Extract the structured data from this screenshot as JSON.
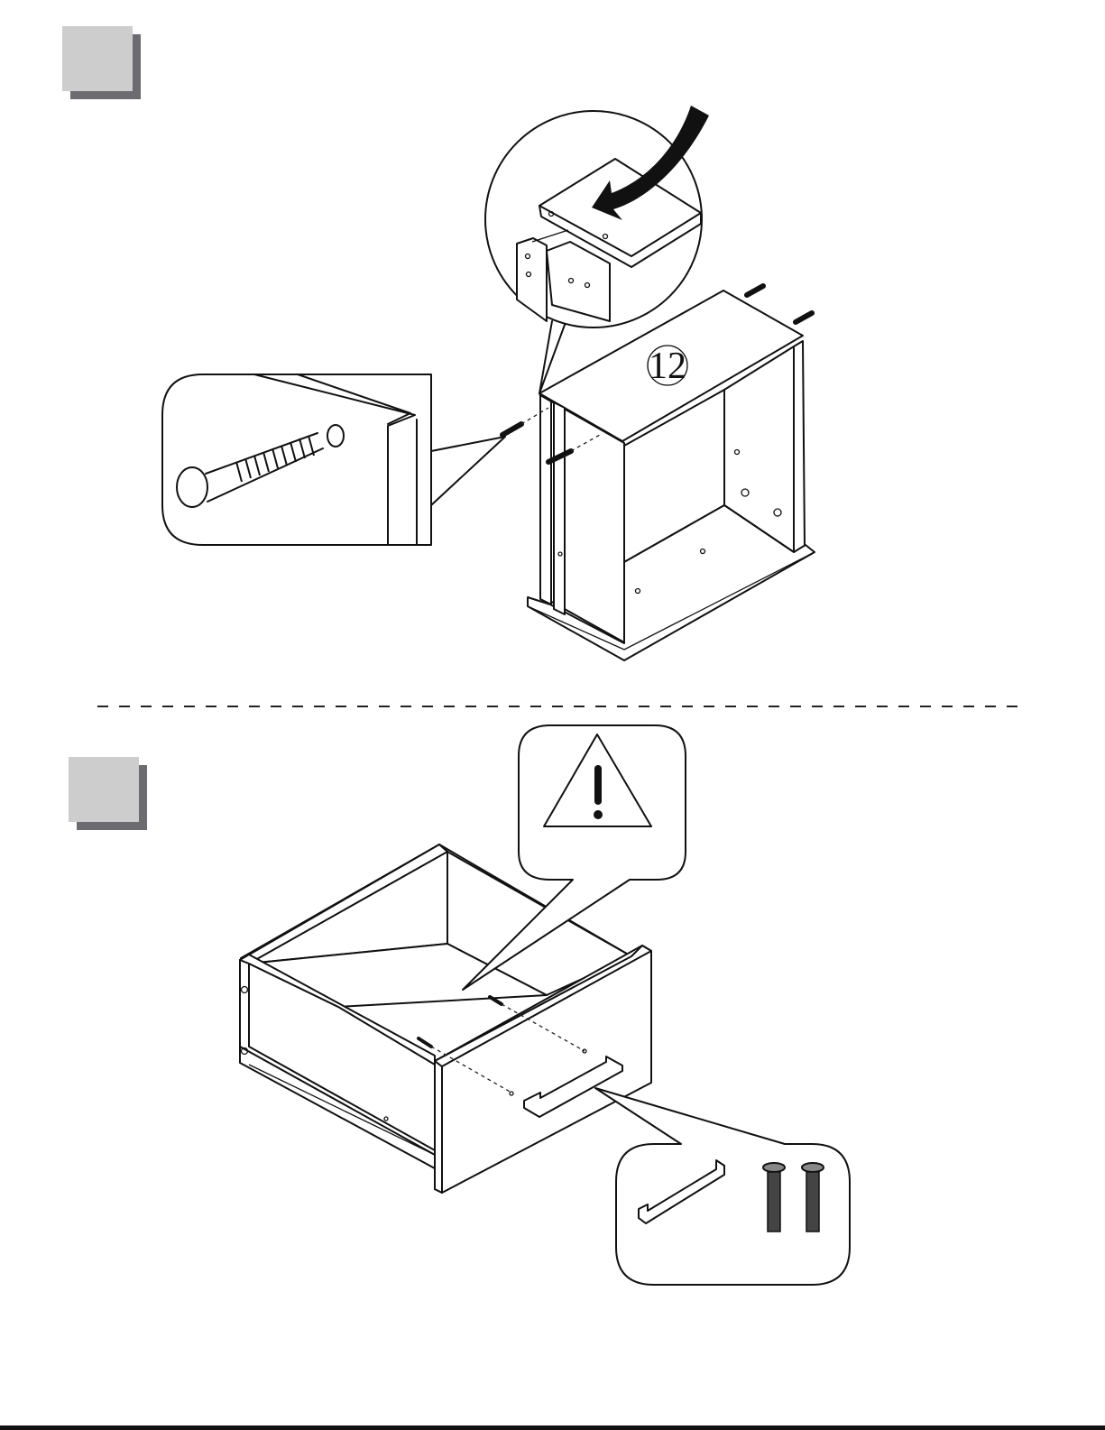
{
  "steps": [
    {
      "id": "step-a",
      "number": ""
    },
    {
      "id": "step-b",
      "number": ""
    }
  ],
  "part_label": "12",
  "colors": {
    "badge_face": "#cdcdcd",
    "badge_shadow": "#6c6c70",
    "ink": "#111111"
  },
  "icons": [
    "warning-triangle-icon",
    "curved-arrow-icon",
    "screw-icon",
    "cam-dowel-icon",
    "handle-icon"
  ]
}
